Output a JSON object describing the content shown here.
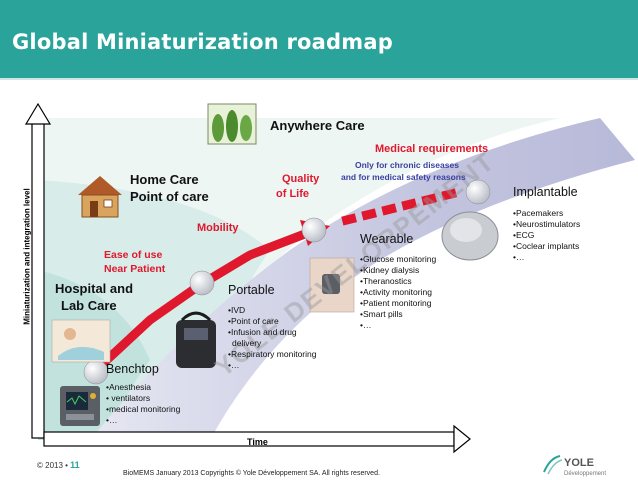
{
  "title": "Global Miniaturization roadmap",
  "axes": {
    "y_label": "Miniaturization and integration level",
    "x_label": "Time"
  },
  "zones": {
    "anywhere_care": "Anywhere Care",
    "home_care_line1": "Home Care",
    "home_care_line2": "Point of care",
    "hospital_line1": "Hospital and",
    "hospital_line2": "Lab Care"
  },
  "drivers": {
    "ease_of_use_line1": "Ease of use",
    "ease_of_use_line2": "Near Patient",
    "mobility": "Mobility",
    "quality_line1": "Quality",
    "quality_line2": "of Life",
    "medical_requirements": "Medical requirements",
    "medical_sub_line1": "Only for chronic diseases",
    "medical_sub_line2": "and for medical safety reasons"
  },
  "stages": {
    "benchtop": {
      "title": "Benchtop",
      "items": [
        "•Anesthesia",
        "• ventilators",
        "•medical monitoring",
        "•…"
      ]
    },
    "portable": {
      "title": "Portable",
      "items": [
        "•IVD",
        "•Point of care",
        "•Infusion and drug",
        "  delivery",
        "•Respiratory monitoring",
        "•…"
      ]
    },
    "wearable": {
      "title": "Wearable",
      "items": [
        "•Glucose monitoring",
        "•Kidney dialysis",
        "•Theranostics",
        "•Activity monitoring",
        "•Patient monitoring",
        "•Smart pills",
        "•…"
      ]
    },
    "implantable": {
      "title": "Implantable",
      "items": [
        "•Pacemakers",
        "•Neurostimulators",
        "•ECG",
        "•Coclear implants",
        "•…"
      ]
    }
  },
  "watermark": "YOLE DEVELOPPEMENT",
  "footer": {
    "year": "© 2013 •",
    "page": "11",
    "copyright": "BioMEMS January 2013 Copyrights © Yole Développement SA. All rights reserved.",
    "logo_text": "YOLE",
    "logo_sub": "Développement"
  },
  "colors": {
    "title_bar": "#2aa39a",
    "red_text": "#e0182d",
    "band": "#c9cbe3",
    "arrow": "#e0182d"
  }
}
